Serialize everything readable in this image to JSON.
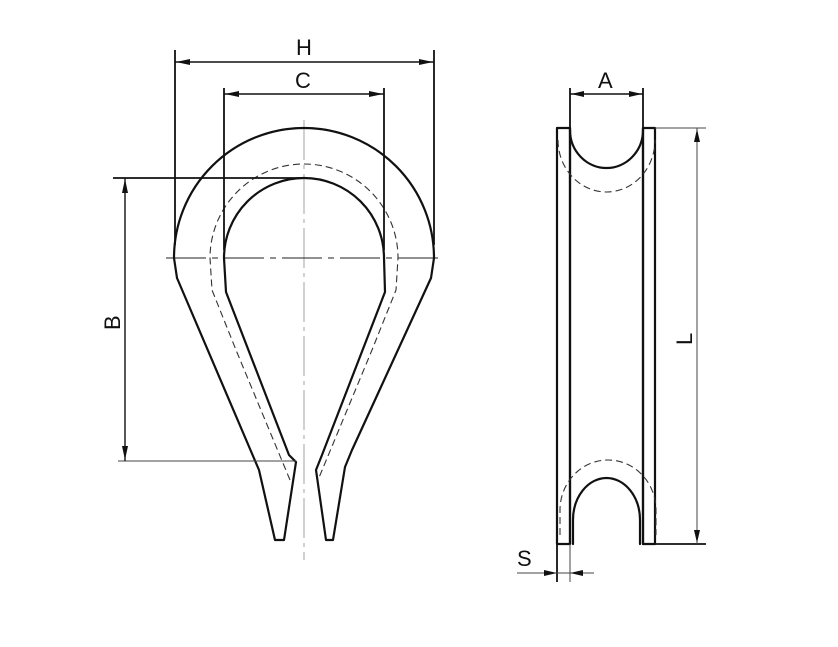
{
  "figure": {
    "title": "Wire rope thimble dimension drawing",
    "views": [
      "front-view",
      "side-view"
    ]
  },
  "dimensions": {
    "H": "H",
    "C": "C",
    "B": "B",
    "A": "A",
    "L": "L",
    "S": "S"
  },
  "colors": {
    "line": "#111111",
    "background": "#ffffff",
    "centerline": "#999999"
  }
}
